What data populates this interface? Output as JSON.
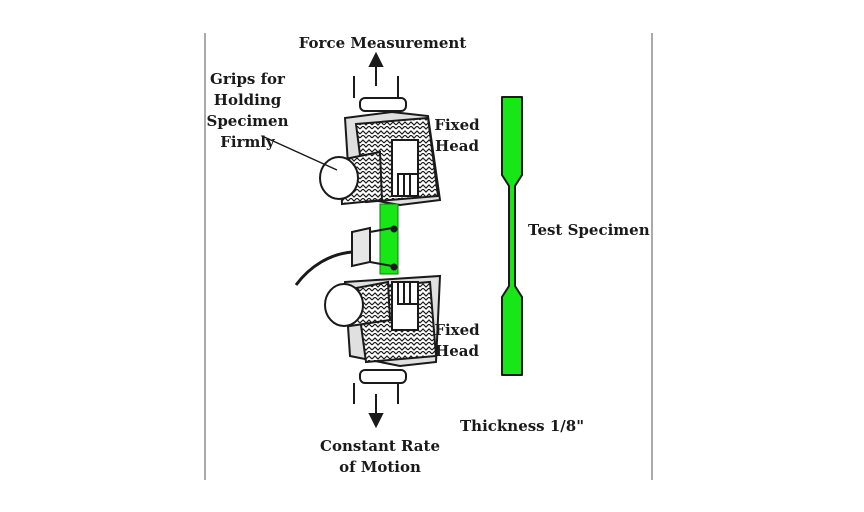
{
  "labels": {
    "force_measurement": "Force Measurement",
    "grips_line1": "Grips for",
    "grips_line2": "Holding",
    "grips_line3": "Specimen",
    "grips_line4": "Firmly",
    "fixed_head_top_1": "Fixed",
    "fixed_head_top_2": "Head",
    "test_specimen": "Test Specimen",
    "fixed_head_bottom_1": "Fixed",
    "fixed_head_bottom_2": "Head",
    "thickness": "Thickness 1/8\"",
    "constant_rate_1": "Constant Rate",
    "constant_rate_2": "of Motion"
  },
  "colors": {
    "specimen": "#17e617",
    "ink": "#1a1a1a",
    "grip_fill": "#d8d8d8"
  }
}
